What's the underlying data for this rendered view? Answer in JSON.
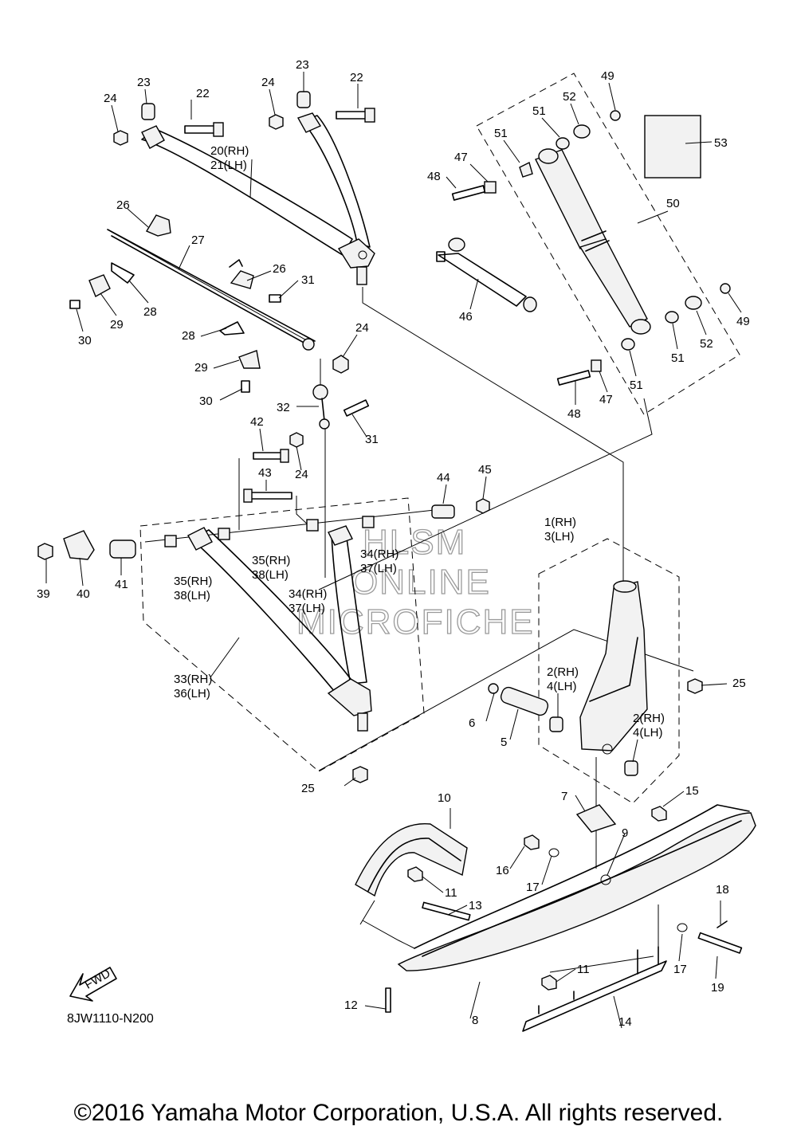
{
  "diagram": {
    "code": "8JW1110-N200",
    "copyright": "©2016 Yamaha Motor Corporation, U.S.A. All rights reserved.",
    "fwd_label": "FWD",
    "watermark": [
      "HLSM",
      "ONLINE",
      "MICROFICHE"
    ],
    "callouts": [
      "1(RH)",
      "3(LH)",
      "2(RH)",
      "4(LH)",
      "2(RH)",
      "4(LH)",
      "5",
      "6",
      "7",
      "8",
      "9",
      "10",
      "11",
      "11",
      "12",
      "13",
      "14",
      "15",
      "16",
      "17",
      "17",
      "18",
      "19",
      "20(RH)",
      "21(LH)",
      "22",
      "22",
      "23",
      "23",
      "24",
      "24",
      "24",
      "24",
      "25",
      "25",
      "26",
      "26",
      "27",
      "28",
      "28",
      "29",
      "29",
      "30",
      "30",
      "31",
      "31",
      "32",
      "33(RH)",
      "36(LH)",
      "34(RH)",
      "37(LH)",
      "34(RH)",
      "37(LH)",
      "35(RH)",
      "38(LH)",
      "35(RH)",
      "38(LH)",
      "39",
      "40",
      "41",
      "42",
      "43",
      "44",
      "45",
      "46",
      "47",
      "47",
      "48",
      "48",
      "49",
      "49",
      "50",
      "51",
      "51",
      "51",
      "51",
      "52",
      "52",
      "53"
    ]
  }
}
